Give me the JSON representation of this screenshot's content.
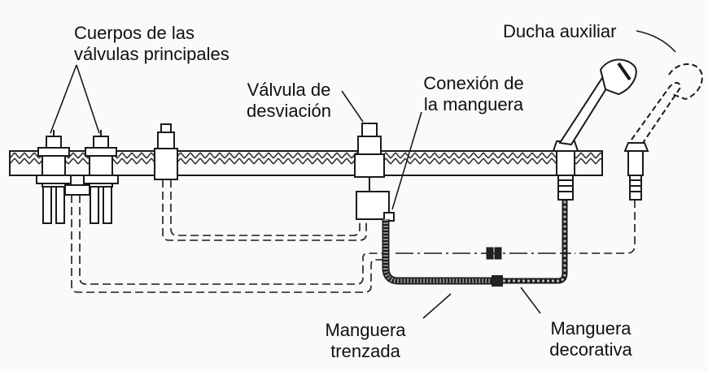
{
  "labels": {
    "main_valves": [
      "Cuerpos de las",
      "válvulas principales"
    ],
    "diverter": [
      "Válvula de",
      "desviación"
    ],
    "hose_connection": [
      "Conexión de",
      "la manguera"
    ],
    "aux_shower": "Ducha auxiliar",
    "braided_hose": [
      "Manguera",
      "trenzada"
    ],
    "decorative_hose": [
      "Manguera",
      "decorativa"
    ]
  },
  "colors": {
    "line": "#1a1a1a",
    "background": "#fafafa",
    "deck_hatch": "#333333"
  }
}
